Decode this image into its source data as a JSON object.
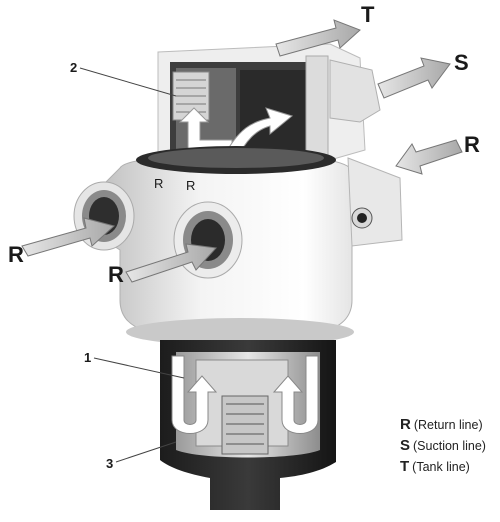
{
  "labels": {
    "top_t": "T",
    "top_s": "S",
    "right_r": "R",
    "left_r": "R",
    "center_r": "R",
    "body_r1": "R",
    "body_r2": "R",
    "num_1": "1",
    "num_2": "2",
    "num_3": "3"
  },
  "legend": [
    {
      "key": "R",
      "desc": "(Return line)"
    },
    {
      "key": "S",
      "desc": "(Suction line)"
    },
    {
      "key": "T",
      "desc": "(Tank line)"
    }
  ]
}
